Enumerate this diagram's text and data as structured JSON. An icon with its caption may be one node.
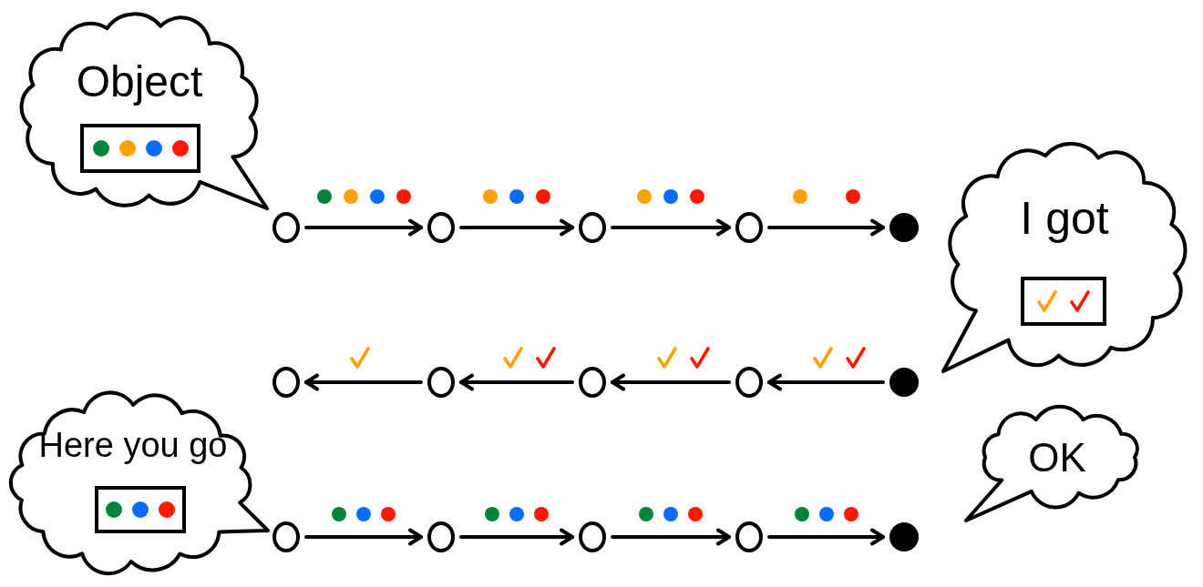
{
  "diagram": {
    "nodes": [
      {
        "text": [
          "Object"
        ]
      },
      {
        "text": [],
        "shape": "circle"
      },
      {
        "text": [],
        "shape": "circle"
      },
      {
        "text": [],
        "shape": "circle"
      },
      {
        "text": [],
        "shape": "circle"
      },
      {
        "text": [],
        "shape": "circle"
      },
      {
        "text": [
          "I got"
        ]
      },
      {
        "text": [],
        "shape": "circle"
      },
      {
        "text": [],
        "shape": "circle"
      },
      {
        "text": [],
        "shape": "circle"
      },
      {
        "text": [],
        "shape": "circle"
      },
      {
        "text": [],
        "shape": "circle"
      },
      {
        "text": [
          "Here you go"
        ]
      },
      {
        "text": [
          "OK"
        ]
      },
      {
        "text": [],
        "shape": "circle"
      },
      {
        "text": [],
        "shape": "circle"
      },
      {
        "text": [],
        "shape": "circle"
      },
      {
        "text": [],
        "shape": "circle"
      },
      {
        "text": [],
        "shape": "circle"
      }
    ],
    "edges": [
      {
        "from": 1,
        "to": 2,
        "arrow": "to"
      },
      {
        "from": 2,
        "to": 3,
        "arrow": "to"
      },
      {
        "from": 3,
        "to": 4,
        "arrow": "to"
      },
      {
        "from": 4,
        "to": 5,
        "arrow": "to"
      },
      {
        "from": 11,
        "to": 10,
        "arrow": "to"
      },
      {
        "from": 10,
        "to": 9,
        "arrow": "to"
      },
      {
        "from": 9,
        "to": 8,
        "arrow": "to"
      },
      {
        "from": 8,
        "to": 7,
        "arrow": "to"
      },
      {
        "from": 14,
        "to": 15,
        "arrow": "to"
      },
      {
        "from": 15,
        "to": 16,
        "arrow": "to"
      },
      {
        "from": 16,
        "to": 17,
        "arrow": "to"
      },
      {
        "from": 17,
        "to": 18,
        "arrow": "to"
      }
    ]
  }
}
